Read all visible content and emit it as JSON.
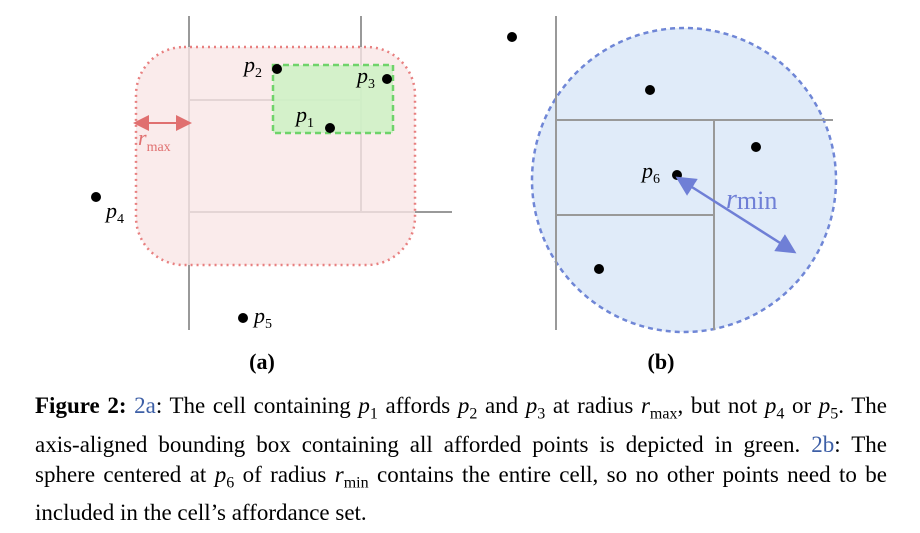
{
  "panels": {
    "a": {
      "label": "(a)",
      "points": [
        "p1",
        "p2",
        "p3",
        "p4",
        "p5"
      ],
      "radius_symbol": "r",
      "radius_subscript": "max",
      "colors": {
        "rounded_region": "#f9e6e6",
        "rounded_border": "#e88080",
        "bbox_fill": "#ccf2c4",
        "bbox_border": "#6fd36a",
        "arrow": "#e07070",
        "grid": "#999999"
      }
    },
    "b": {
      "label": "(b)",
      "center_point": "p6",
      "radius_symbol": "r",
      "radius_subscript": "min",
      "colors": {
        "sphere_fill": "#dde9f8",
        "sphere_border": "#6f86d6",
        "arrow": "#6f7fd6",
        "grid": "#999999"
      }
    }
  },
  "caption": {
    "figure_label": "Figure 2:",
    "ref_a": "2a",
    "ref_b": "2b",
    "text": "2a: The cell containing p1 affords p2 and p3 at radius rmax, but not p4 or p5. The axis-aligned bounding box containing all afforded points is depicted in green. 2b: The sphere centered at p6 of radius rmin contains the entire cell, so no other points need to be included in the cell’s affordance set."
  }
}
